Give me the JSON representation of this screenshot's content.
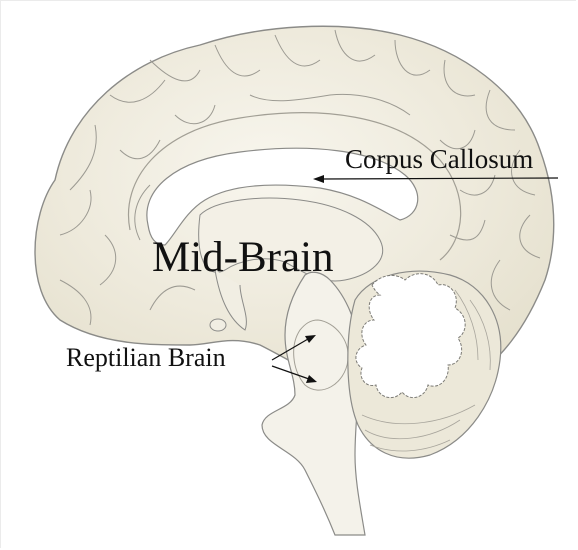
{
  "diagram": {
    "labels": {
      "corpus_callosum": "Corpus Callosum",
      "mid_brain": "Mid-Brain",
      "reptilian_brain": "Reptilian Brain"
    },
    "colors": {
      "brain_fill": "#ece8d9",
      "brain_fill_inner": "#f6f4ec",
      "outline": "#8b8b88",
      "text": "#111111",
      "arrow": "#111111"
    }
  }
}
